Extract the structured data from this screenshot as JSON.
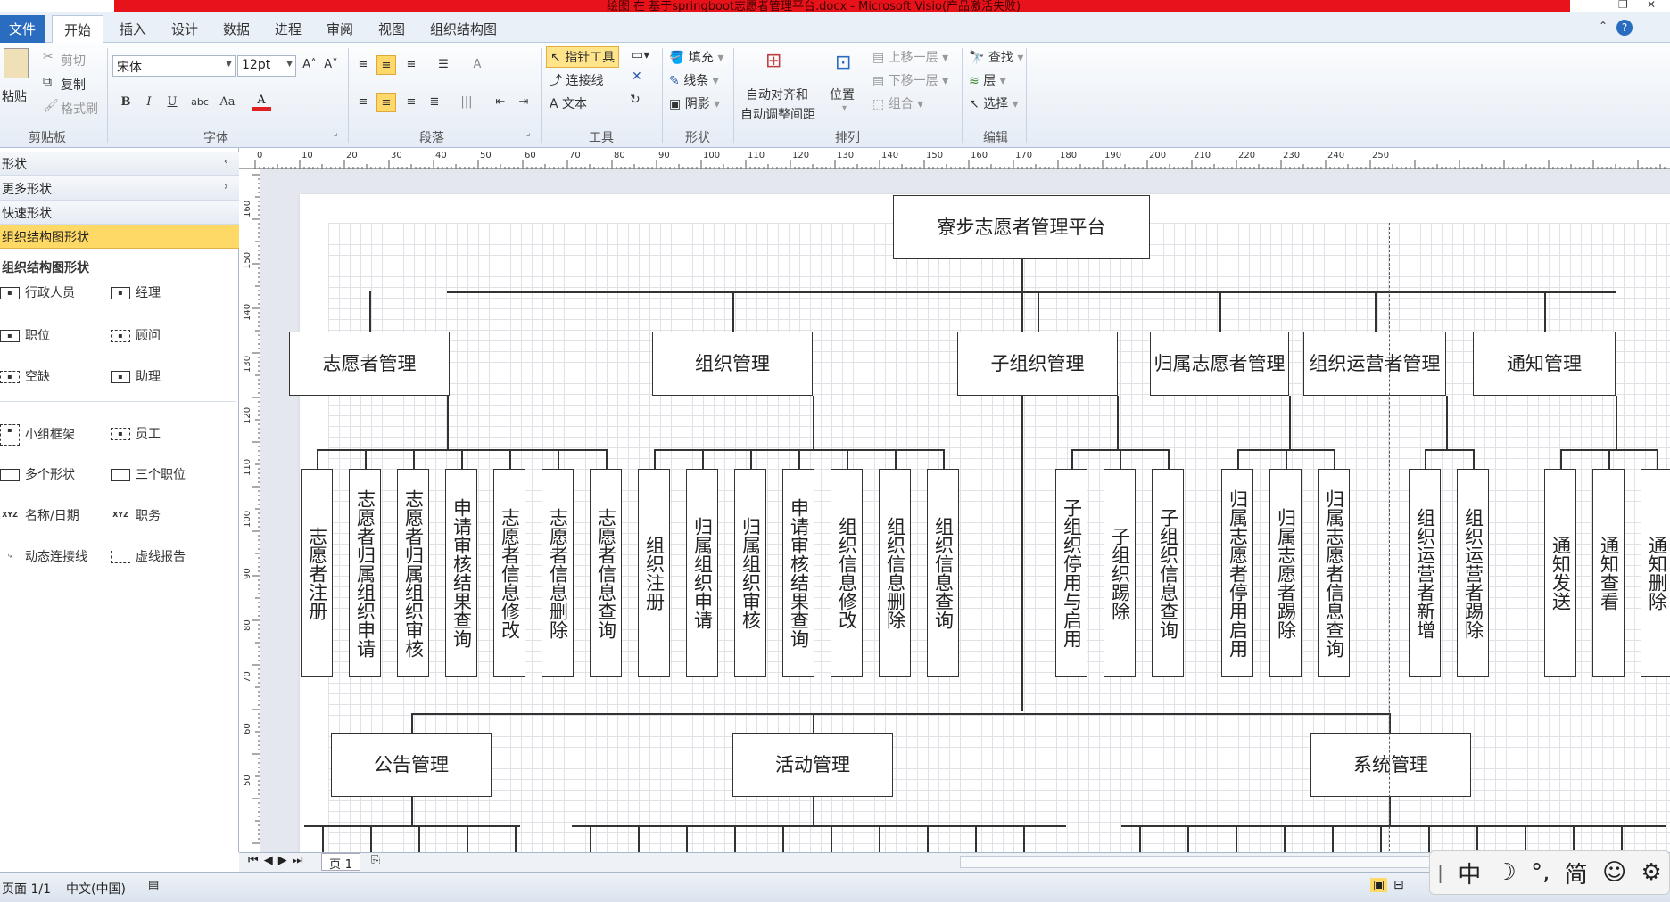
{
  "window": {
    "title": "绘图 在 基于springboot志愿者管理平台.docx - Microsoft Visio(产品激活失败)",
    "ctrl_restore": "❐",
    "ctrl_close": "✕"
  },
  "tabs": {
    "file": "文件",
    "home": "开始",
    "insert": "插入",
    "design": "设计",
    "data": "数据",
    "process": "进程",
    "review": "审阅",
    "view": "视图",
    "org": "组织结构图"
  },
  "ribbon": {
    "clipboard": {
      "paste": "粘贴",
      "cut": "剪切",
      "copy": "复制",
      "format_painter": "格式刷",
      "label": "剪贴板"
    },
    "font": {
      "family": "宋体",
      "size": "12pt",
      "label": "字体",
      "grow": "A˄",
      "shrink": "A˅",
      "bold": "B",
      "italic": "I",
      "underline": "U",
      "strike": "abc",
      "case": "Aa",
      "color": "A"
    },
    "paragraph": {
      "label": "段落"
    },
    "tools": {
      "pointer": "指针工具",
      "connector": "连接线",
      "text": "文本",
      "label": "工具"
    },
    "shape": {
      "fill": "填充",
      "line": "线条",
      "shadow": "阴影",
      "label": "形状"
    },
    "arrange": {
      "auto_align": "自动对齐和",
      "auto_space": "自动调整间距",
      "position": "位置",
      "bring_forward": "上移一层",
      "send_backward": "下移一层",
      "group": "组合",
      "label": "排列"
    },
    "edit": {
      "find": "查找",
      "layer": "层",
      "select": "选择",
      "label": "编辑"
    }
  },
  "shapes_panel": {
    "shapes": "形状",
    "more": "更多形状",
    "quick": "快速形状",
    "org_shapes": "组织结构图形状",
    "section_title": "组织结构图形状",
    "items": [
      "行政人员",
      "经理",
      "职位",
      "顾问",
      "空缺",
      "助理",
      "小组框架",
      "员工",
      "多个形状",
      "三个职位",
      "名称/日期",
      "职务",
      "动态连接线",
      "虚线报告"
    ]
  },
  "ruler": {
    "h": [
      "0",
      "10",
      "20",
      "30",
      "40",
      "50",
      "60",
      "70",
      "80",
      "90",
      "100",
      "110",
      "120",
      "130",
      "140",
      "150",
      "160",
      "170",
      "180",
      "190",
      "200",
      "210",
      "220",
      "230",
      "240",
      "250"
    ],
    "v": [
      "160",
      "150",
      "140",
      "130",
      "120",
      "110",
      "100",
      "90",
      "80",
      "70",
      "60",
      "50"
    ]
  },
  "diagram": {
    "root": "寮步志愿者管理平台",
    "level1": [
      "志愿者管理",
      "组织管理",
      "子组织管理",
      "归属志愿者管理",
      "组织运营者管理",
      "通知管理"
    ],
    "leaves_volunteer": [
      "志愿者注册",
      "志愿者归属组织申请",
      "志愿者归属组织审核",
      "申请审核结果查询",
      "志愿者信息修改",
      "志愿者信息删除",
      "志愿者信息查询"
    ],
    "leaves_org": [
      "组织注册",
      "归属组织申请",
      "归属组织审核",
      "申请审核结果查询",
      "组织信息修改",
      "组织信息删除",
      "组织信息查询"
    ],
    "leaves_sub": [
      "子组织停用与启用",
      "子组织踢除",
      "子组织信息查询"
    ],
    "leaves_belong": [
      "归属志愿者停用启用",
      "归属志愿者踢除",
      "归属志愿者信息查询"
    ],
    "leaves_operator": [
      "组织运营者新增",
      "组织运营者踢除"
    ],
    "leaves_notice": [
      "通知发送",
      "通知查看",
      "通知删除"
    ],
    "level2": [
      "公告管理",
      "活动管理",
      "系统管理"
    ]
  },
  "bottom": {
    "page_tab": "页-1"
  },
  "status": {
    "page": "页面 1/1",
    "lang": "中文(中国)"
  },
  "ime": [
    "中",
    "☽",
    "°,",
    "简",
    "☺",
    "⚙"
  ]
}
